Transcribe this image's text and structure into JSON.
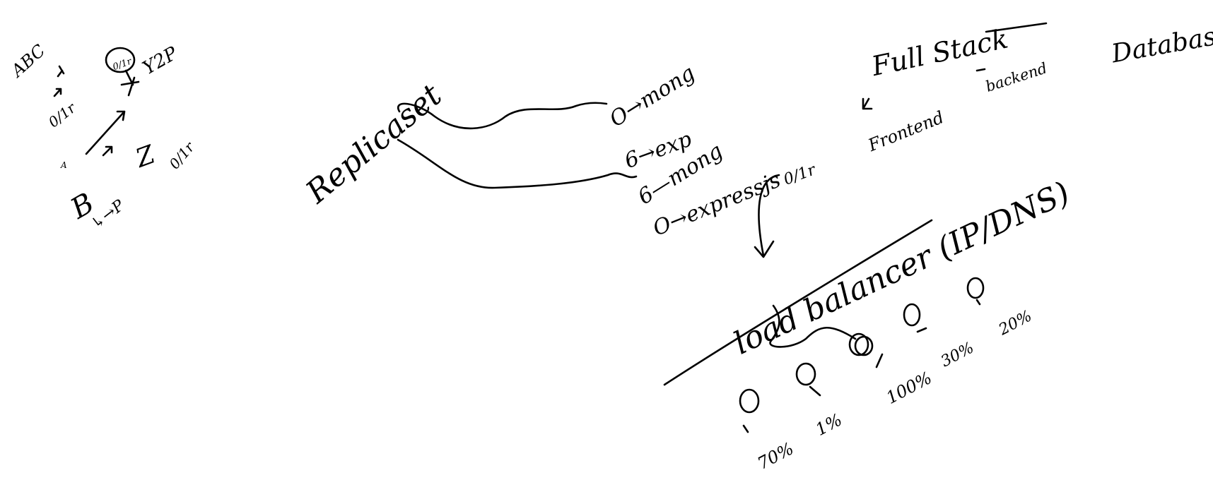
{
  "canvas": {
    "background": "#ffffff",
    "ink_color": "#000000"
  },
  "top_left": {
    "abc": "ABC",
    "okr_1": "0/1r",
    "okr_2": "0/1r",
    "okr_3": "0/1r",
    "a_mark": "A",
    "b": "B",
    "z": "Z",
    "p_chain": "↳→P",
    "xyz": "Y2P"
  },
  "replication": {
    "label": "Replicaset",
    "items": [
      "O→mong",
      "6→exp",
      "6—mong",
      "O→expressjs"
    ]
  },
  "architecture": {
    "full_stack": "Full Stack",
    "frontend": "Frontend",
    "backend": "backend",
    "database": "Database",
    "okr": "0/1r"
  },
  "load_balancer": {
    "label": "load balancer (IP/DNS)",
    "servers_lower": [
      "70%",
      "1%",
      "100%"
    ],
    "servers_upper": [
      "30%",
      "20%"
    ]
  }
}
